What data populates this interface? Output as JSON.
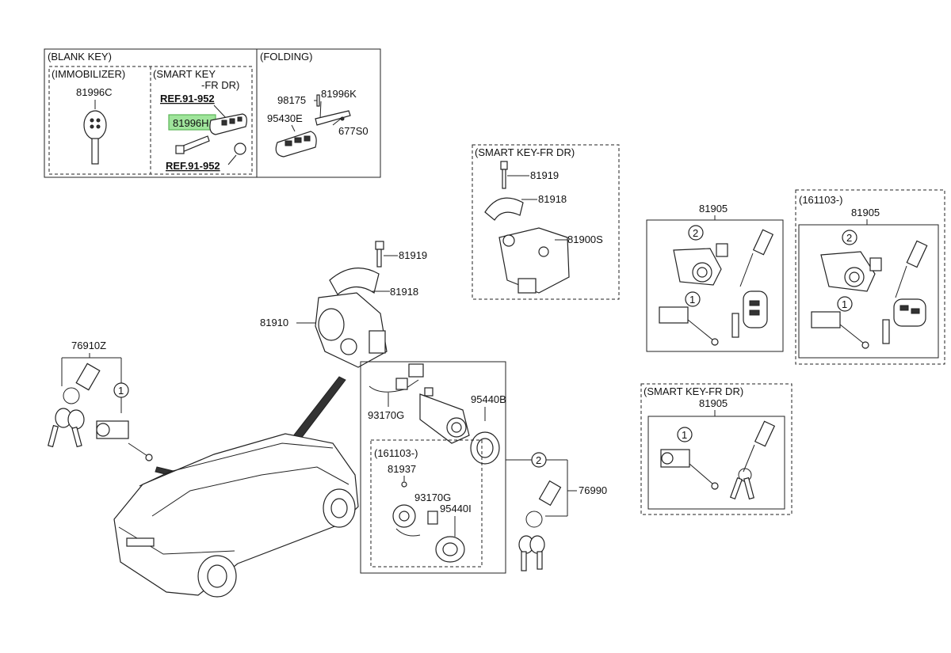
{
  "colors": {
    "highlight": "#8fe08a",
    "line": "#222222"
  },
  "labels": {
    "blank_key": "(BLANK KEY)",
    "immobilizer": "(IMMOBILIZER)",
    "smart_key_l1": "(SMART KEY",
    "smart_key_l2": "-FR DR)",
    "folding": "(FOLDING)",
    "smart_key_fr_dr": "(SMART KEY-FR DR)",
    "smart_key_fr_dr_2": "(SMART KEY-FR DR)",
    "d161103_a": "(161103-)",
    "d161103_b": "(161103-)"
  },
  "refs": {
    "ref1": "REF.91-952",
    "ref2": "REF.91-952"
  },
  "parts": {
    "p81996C": "81996C",
    "p81996H": "81996H",
    "p98175": "98175",
    "p81996K": "81996K",
    "p95430E": "95430E",
    "p677S0": "677S0",
    "p81919_a": "81919",
    "p81918_a": "81918",
    "p81900S": "81900S",
    "p81919_b": "81919",
    "p81918_b": "81918",
    "p81910": "81910",
    "p76910Z": "76910Z",
    "p93170G_a": "93170G",
    "p95440B": "95440B",
    "p81937": "81937",
    "p93170G_b": "93170G",
    "p95440I": "95440I",
    "p76990": "76990",
    "p81905_a": "81905",
    "p81905_b": "81905",
    "p81905_c": "81905"
  },
  "callouts": {
    "c1": "1",
    "c2": "2",
    "c3": "2",
    "c4": "1",
    "c5": "2",
    "c6": "1",
    "c7": "1"
  }
}
